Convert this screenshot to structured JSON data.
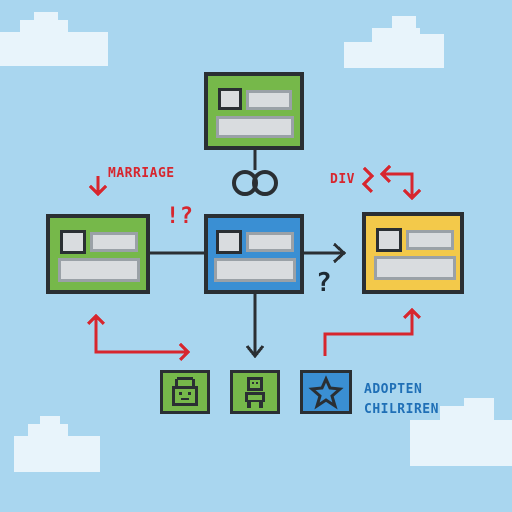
{
  "labels": {
    "marriage": "MARRIAGE",
    "div": "DIV",
    "question_left": "!?",
    "question_right": "?",
    "adopted_line1": "ADOPTEN",
    "adopted_line2": "CHILRIREN"
  },
  "colors": {
    "sky": "#a9d6ef",
    "cloud": "#e8f4fb",
    "green": "#76b84a",
    "blue": "#3a8fd3",
    "yellow": "#f3c94a",
    "red": "#d7262e",
    "dark": "#2a2f33"
  },
  "icons": {
    "rings": "wedding-rings-icon",
    "lock": "lock-icon",
    "person": "person-icon",
    "star": "star-icon"
  }
}
